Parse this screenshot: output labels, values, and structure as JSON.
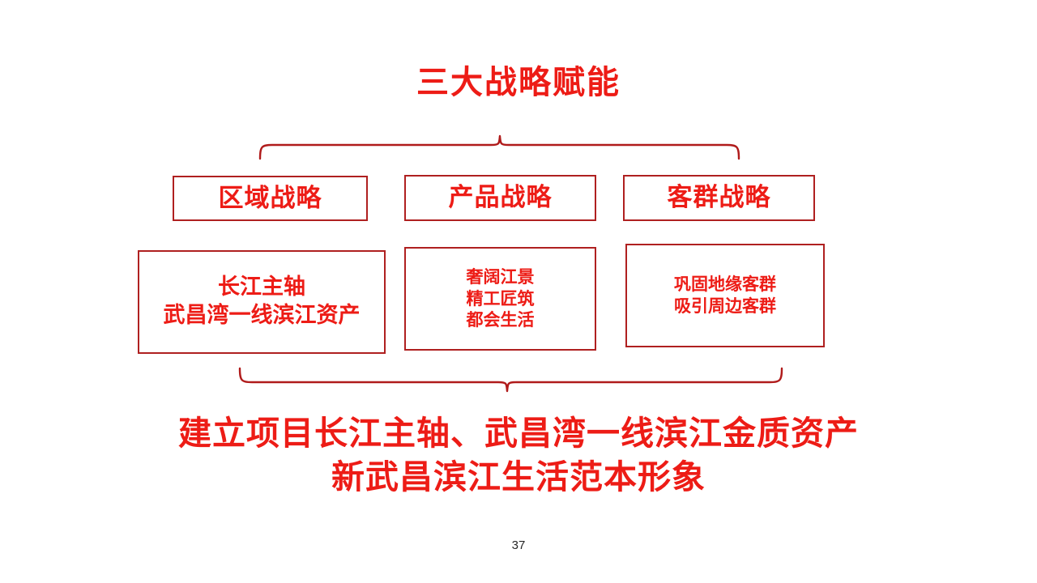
{
  "slide": {
    "title": "三大战略赋能",
    "page_number": "37",
    "accent_color": "#ED1C16",
    "border_color": "#AF2020",
    "background_color": "#FFFFFF"
  },
  "strategies": [
    {
      "header": "区域战略",
      "lines": [
        "长江主轴",
        "武昌湾一线滨江资产"
      ]
    },
    {
      "header": "产品战略",
      "lines": [
        "奢阔江景",
        "精工匠筑",
        "都会生活"
      ]
    },
    {
      "header": "客群战略",
      "lines": [
        "巩固地缘客群",
        "吸引周边客群"
      ]
    }
  ],
  "conclusion": {
    "line1": "建立项目长江主轴、武昌湾一线滨江金质资产",
    "line2": "新武昌滨江生活范本形象"
  }
}
